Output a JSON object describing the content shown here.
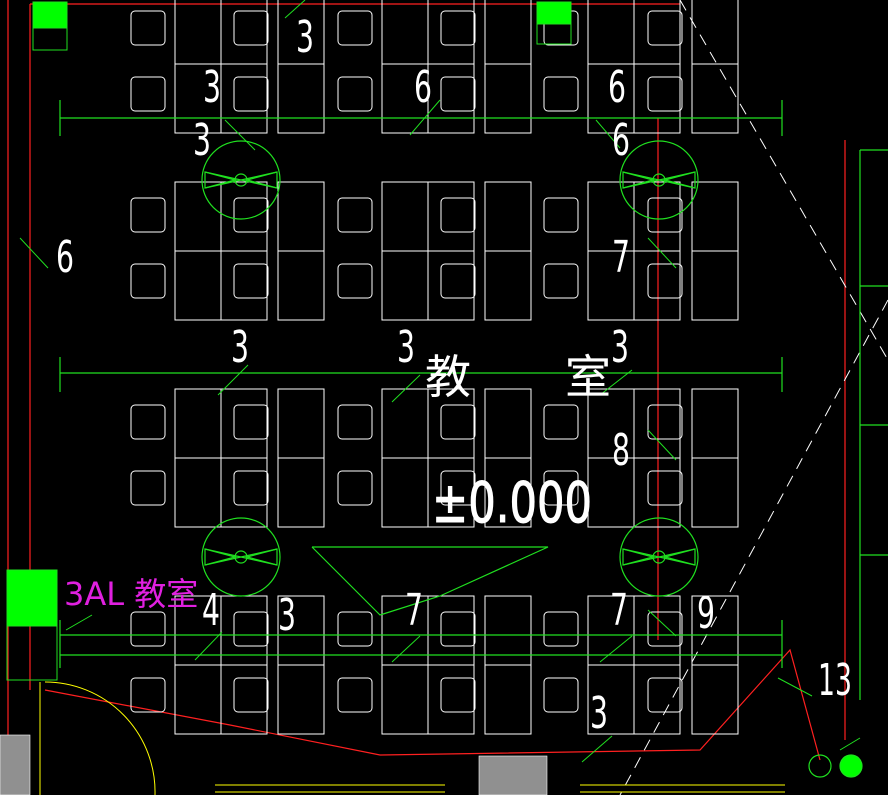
{
  "room": {
    "name_char_1": "教",
    "name_char_2": "室",
    "elevation": "±0.000"
  },
  "panel_label": "3AL 教室",
  "circuit_labels": [
    "3",
    "3",
    "6",
    "6",
    "6",
    "3",
    "6",
    "7",
    "3",
    "3",
    "3",
    "8",
    "4",
    "3",
    "7",
    "7",
    "9",
    "13",
    "3"
  ],
  "colors": {
    "background": "#000000",
    "desk": "#ffffff",
    "wall": "#ff2020",
    "wiring": "#20e020",
    "panel": "#00ff00",
    "panel_text": "#e020e0",
    "dashed": "#ffffff",
    "arc": "#ffff00",
    "column": "#909090"
  }
}
